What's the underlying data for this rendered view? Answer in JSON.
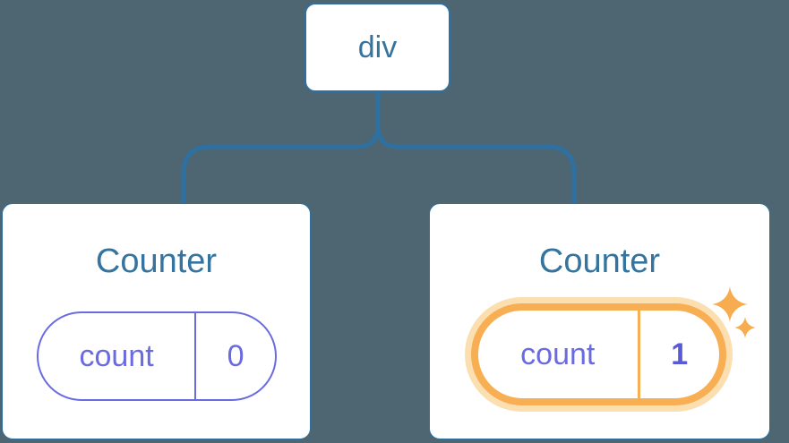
{
  "background_color": "#4D6671",
  "colors": {
    "connector_blue": "#2E70A1",
    "node_text_blue": "#35749E",
    "state_indigo": "#6B6BE1",
    "state_value_bold_indigo": "#585AD8",
    "highlight_orange": "#F8AF53",
    "highlight_glow": "#FBDFB0",
    "sparkle_orange": "#F7AC4F",
    "card_background": "#FFFFFF"
  },
  "diagram": {
    "root": {
      "label": "div"
    },
    "cards": [
      {
        "title": "Counter",
        "state_key": "count",
        "state_value": "0",
        "highlighted": false
      },
      {
        "title": "Counter",
        "state_key": "count",
        "state_value": "1",
        "highlighted": true
      }
    ]
  }
}
